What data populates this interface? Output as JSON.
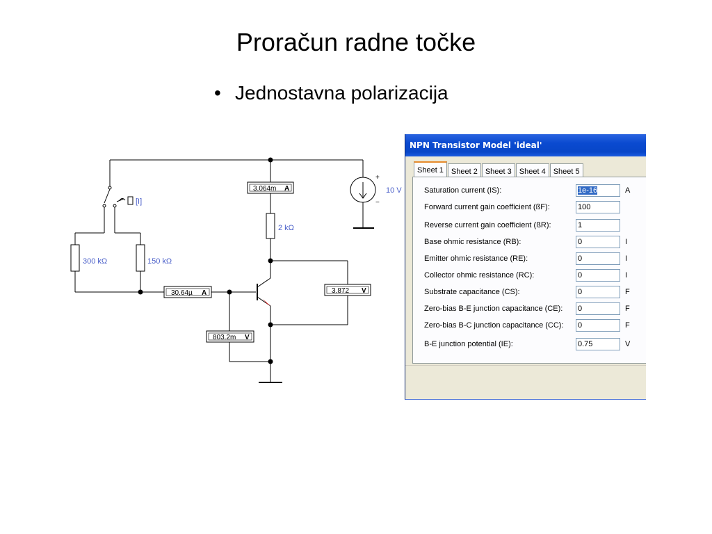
{
  "slide": {
    "title": "Proračun radne točke",
    "bullet": "Jednostavna polarizacija",
    "bullet_marker": "•"
  },
  "circuit": {
    "switch_label": "[I]",
    "r1": "300 kΩ",
    "r2": "150 kΩ",
    "rc": "2 kΩ",
    "vsource": "10 V",
    "vsource_plus": "+",
    "vsource_minus": "−",
    "ammeter_collector": "3.064m",
    "ammeter_base": "30.64µ",
    "voltmeter_ce": "3.872",
    "voltmeter_be": "803.2m",
    "ammeter_unit": "A",
    "voltmeter_unit": "V",
    "wire_color": "#000000",
    "label_color": "#4a5fc9"
  },
  "dialog": {
    "title": "NPN Transistor Model 'ideal'",
    "tabs": [
      "Sheet 1",
      "Sheet 2",
      "Sheet 3",
      "Sheet 4",
      "Sheet 5"
    ],
    "active_tab": "Sheet 1",
    "params": [
      {
        "label": "Saturation current (IS):",
        "value": "1e-16",
        "unit": "A"
      },
      {
        "label": "Forward current gain coefficient (ßF):",
        "value": "100",
        "unit": ""
      },
      {
        "label": "Reverse current gain coefficient (ßR):",
        "value": "1",
        "unit": ""
      },
      {
        "label": "Base ohmic resistance (RB):",
        "value": "0",
        "unit": "Ι"
      },
      {
        "label": "Emitter ohmic resistance (RE):",
        "value": "0",
        "unit": "Ι"
      },
      {
        "label": "Collector ohmic resistance (RC):",
        "value": "0",
        "unit": "Ι"
      },
      {
        "label": "Substrate capacitance (CS):",
        "value": "0",
        "unit": "F"
      },
      {
        "label": "Zero-bias B-E junction capacitance (CE):",
        "value": "0",
        "unit": "F"
      },
      {
        "label": "Zero-bias B-C junction capacitance (CC):",
        "value": "0",
        "unit": "F"
      },
      {
        "label": "B-E junction potential (ΙE):",
        "value": "0.75",
        "unit": "V"
      }
    ],
    "titlebar_color": "#0a4ad0",
    "tab_highlight_color": "#e68b2c"
  }
}
